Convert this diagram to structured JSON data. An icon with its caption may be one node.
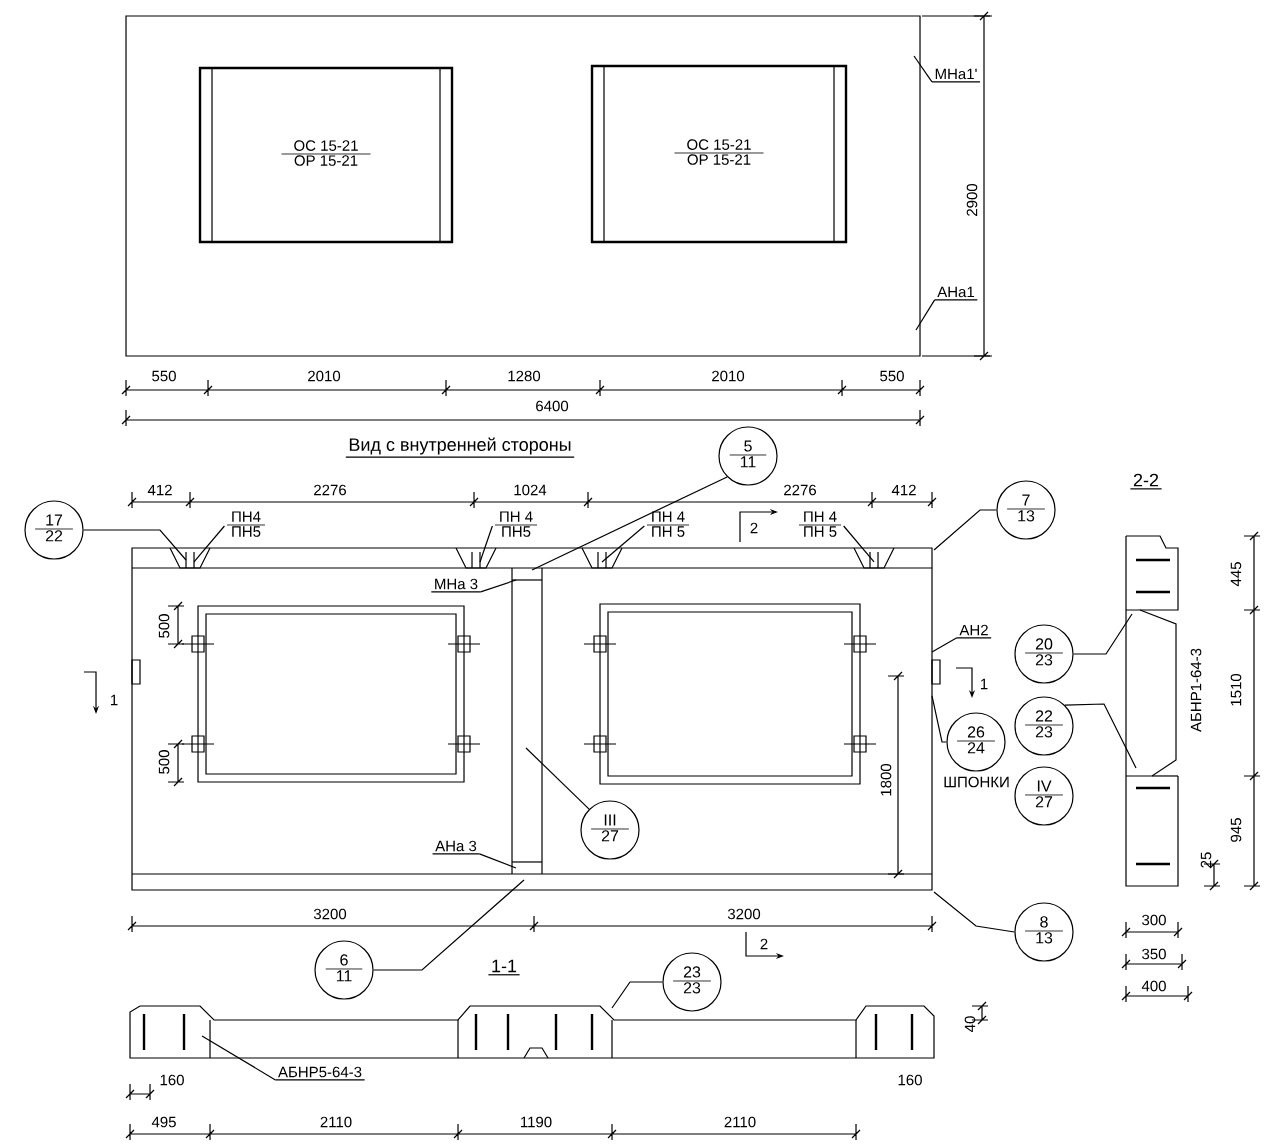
{
  "diagram": {
    "nodes": [
      {
        "text": [],
        "shape": "box"
      },
      {
        "text": [
          "ОС 15-21",
          "ОР 15-21"
        ],
        "in": 0
      },
      {
        "text": [
          "ОС 15-21",
          "ОР 15-21"
        ],
        "in": 0
      },
      {
        "text": [
          "МНа1'"
        ]
      },
      {
        "text": [
          "АНа1"
        ]
      },
      {
        "text": [],
        "shape": "box"
      },
      {
        "text": [],
        "shape": "box",
        "in": 5
      },
      {
        "text": [],
        "shape": "box",
        "in": 5
      },
      {
        "text": [
          "17",
          "22"
        ]
      },
      {
        "text": [
          "ПН4",
          "ПН5"
        ]
      },
      {
        "text": [
          "ПН 4",
          "ПН5"
        ]
      },
      {
        "text": [
          "ПН 4",
          "ПН 5"
        ]
      },
      {
        "text": [
          "ПН 4",
          "ПН 5"
        ]
      },
      {
        "text": [
          "5",
          "11"
        ]
      },
      {
        "text": [
          "7",
          "13"
        ]
      },
      {
        "text": [
          "МНа 3"
        ],
        "in": 5
      },
      {
        "text": [
          "АНа 3"
        ],
        "in": 5
      },
      {
        "text": [
          "АН2"
        ]
      },
      {
        "text": [
          "20",
          "23"
        ]
      },
      {
        "text": [
          "22",
          "23"
        ]
      },
      {
        "text": [
          "26",
          "24"
        ]
      },
      {
        "text": [
          "IV",
          "27"
        ],
        "beside": [
          "ШПОНКИ"
        ]
      },
      {
        "text": [
          "III",
          "27"
        ],
        "in": 5
      },
      {
        "text": [
          "6",
          "11"
        ]
      },
      {
        "text": [
          "8",
          "13"
        ]
      },
      {
        "text": [
          "23",
          "23"
        ]
      },
      {
        "text": [
          "АБНР5-64-3"
        ]
      },
      {
        "text": [
          "АБНР1-64-3"
        ]
      },
      {
        "text": [],
        "shape": "picture"
      }
    ],
    "edges": [
      {
        "from": 3,
        "to": 0,
        "arrow": "none"
      },
      {
        "from": 4,
        "to": 0,
        "arrow": "none"
      },
      {
        "from": 8,
        "to": 5,
        "arrow": "none"
      },
      {
        "from": 9,
        "to": 5,
        "arrow": "none"
      },
      {
        "from": 10,
        "to": 5,
        "arrow": "none"
      },
      {
        "from": 11,
        "to": 5,
        "arrow": "none"
      },
      {
        "from": 12,
        "to": 5,
        "arrow": "none"
      },
      {
        "from": 13,
        "to": 5,
        "arrow": "none"
      },
      {
        "from": 14,
        "to": 5,
        "arrow": "none"
      },
      {
        "from": 15,
        "to": 5,
        "arrow": "none"
      },
      {
        "from": 16,
        "to": 5,
        "arrow": "none"
      },
      {
        "from": 17,
        "to": 5,
        "arrow": "none"
      },
      {
        "from": 20,
        "to": 5,
        "arrow": "none"
      },
      {
        "from": 22,
        "to": 5,
        "arrow": "none"
      },
      {
        "from": 23,
        "to": 5,
        "arrow": "none"
      },
      {
        "from": 24,
        "to": 5,
        "arrow": "none"
      },
      {
        "from": 18,
        "to": 27,
        "arrow": "none"
      },
      {
        "from": 19,
        "to": 27,
        "arrow": "none"
      },
      {
        "from": 25,
        "to": 28,
        "arrow": "none"
      },
      {
        "from": 26,
        "to": 28,
        "arrow": "none"
      }
    ],
    "labels": [
      "2900",
      "550",
      "2010",
      "1280",
      "2010",
      "550",
      "6400",
      "Вид с внутренней стороны",
      "2-2",
      "412",
      "2276",
      "1024",
      "2276",
      "412",
      "2",
      "500",
      "1",
      "1",
      "500",
      "1800",
      "3200",
      "3200",
      "2",
      "1-1",
      "40",
      "160",
      "160",
      "495",
      "2110",
      "1190",
      "2110",
      "445",
      "1510",
      "945",
      "25",
      "300",
      "350",
      "400"
    ]
  }
}
